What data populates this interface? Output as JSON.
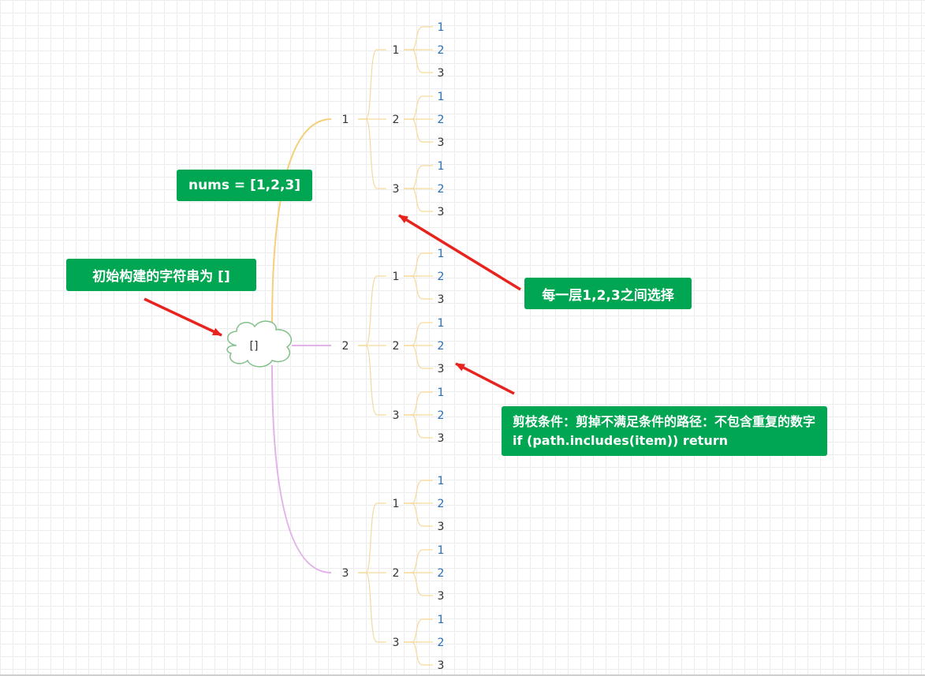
{
  "root": {
    "label": "[]"
  },
  "tree": [
    {
      "label": "1",
      "children": [
        {
          "label": "1",
          "leaves": [
            "1",
            "2",
            "3"
          ]
        },
        {
          "label": "2",
          "leaves": [
            "1",
            "2",
            "3"
          ]
        },
        {
          "label": "3",
          "leaves": [
            "1",
            "2",
            "3"
          ]
        }
      ]
    },
    {
      "label": "2",
      "children": [
        {
          "label": "1",
          "leaves": [
            "1",
            "2",
            "3"
          ]
        },
        {
          "label": "2",
          "leaves": [
            "1",
            "2",
            "3"
          ]
        },
        {
          "label": "3",
          "leaves": [
            "1",
            "2",
            "3"
          ]
        }
      ]
    },
    {
      "label": "3",
      "children": [
        {
          "label": "1",
          "leaves": [
            "1",
            "2",
            "3"
          ]
        },
        {
          "label": "2",
          "leaves": [
            "1",
            "2",
            "3"
          ]
        },
        {
          "label": "3",
          "leaves": [
            "1",
            "2",
            "3"
          ]
        }
      ]
    }
  ],
  "notes": {
    "nums": "nums = [1,2,3]",
    "init": "初始构建的字符串为 []",
    "layer": "每一层1,2,3之间选择",
    "prune": "剪枝条件：剪掉不满足条件的路径：不包含重复的数字  if (path.includes(item)) return"
  },
  "colors": {
    "branch_1": "#f5cf7a",
    "branch_2": "#e3b2ea",
    "branch_3": "#e3b2ea",
    "sub_line": "#f6d99b",
    "leaf_line": "#f6d99b",
    "leaf_blue": "#2a6fb5",
    "leaf_dark": "#333333",
    "cloud_stroke": "#82c08a",
    "note_bg": "#00a651",
    "arrow": "#e8231d"
  }
}
